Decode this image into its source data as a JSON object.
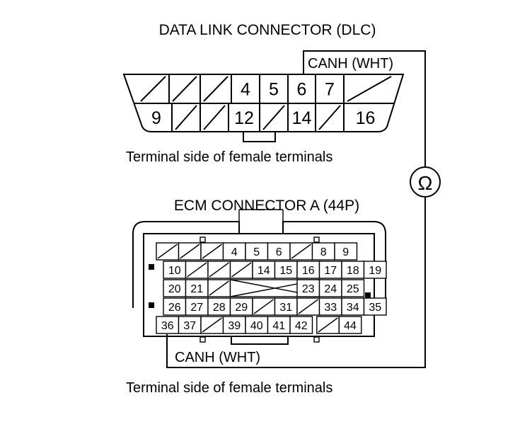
{
  "diagram": {
    "dlc_title": "DATA LINK CONNECTOR (DLC)",
    "dlc_caption": "Terminal side of female terminals",
    "ecm_title": "ECM CONNECTOR A (44P)",
    "ecm_caption": "Terminal side of female terminals",
    "wire_label_dlc": "CANH (WHT)",
    "wire_label_ecm": "CANH (WHT)",
    "meter_symbol": "Ω"
  },
  "dlc": {
    "top_row": [
      "",
      "",
      "",
      "4",
      "5",
      "6",
      "7",
      ""
    ],
    "bottom_row": [
      "9",
      "",
      "",
      "12",
      "",
      "14",
      "",
      "16"
    ]
  },
  "ecm": {
    "rows": [
      [
        "",
        "",
        "",
        "4",
        "5",
        "6",
        "",
        "8",
        "9"
      ],
      [
        "10",
        "",
        "",
        "",
        "14",
        "15",
        "16",
        "17",
        "18",
        "19"
      ],
      [
        "20",
        "21",
        "",
        "",
        "",
        "",
        "",
        "23",
        "24",
        "25"
      ],
      [
        "26",
        "27",
        "28",
        "29",
        "",
        "31",
        "",
        "33",
        "34",
        "35"
      ],
      [
        "36",
        "37",
        "",
        "39",
        "40",
        "41",
        "42",
        "",
        "44"
      ]
    ]
  }
}
